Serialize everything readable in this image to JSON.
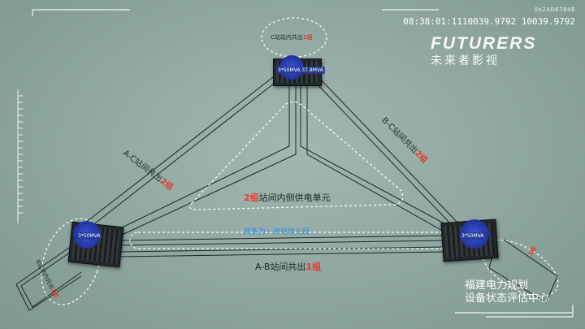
{
  "hud": {
    "code": "0x2AD6784E",
    "timecode": "08:38:01:1110039.9792 10039.9792"
  },
  "logo": {
    "wordmark": "FUTURERS",
    "cn": "未来者影视"
  },
  "diagram": {
    "station_c_label": "C站站内共出",
    "station_c_num": "2组",
    "side_ac_text": "A-C站间共出",
    "side_ac_num": "2组",
    "side_bc_text": "B-C站间共出",
    "side_bc_num": "2组",
    "center_num": "2组",
    "center_text": "站间内侧供电单元",
    "blue_text": "两条为一供电单元组",
    "ab_text": "A-B站间共出",
    "ab_num": "1组",
    "station_a_text": "B站站内共出",
    "station_a_num": "1组",
    "station_b_num": "1组",
    "badge_c": "3*50MVA 37.8MVA",
    "badge_a": "3*50MVA",
    "badge_b": "3*50MVA"
  },
  "caption": {
    "line1": "福建电力规划",
    "line2": "设备状态评估中心"
  },
  "colors": {
    "background": "#8ea59f",
    "accent_red": "#e63a2c",
    "accent_blue": "#2f8fe0",
    "line_dark": "#1b2624"
  }
}
